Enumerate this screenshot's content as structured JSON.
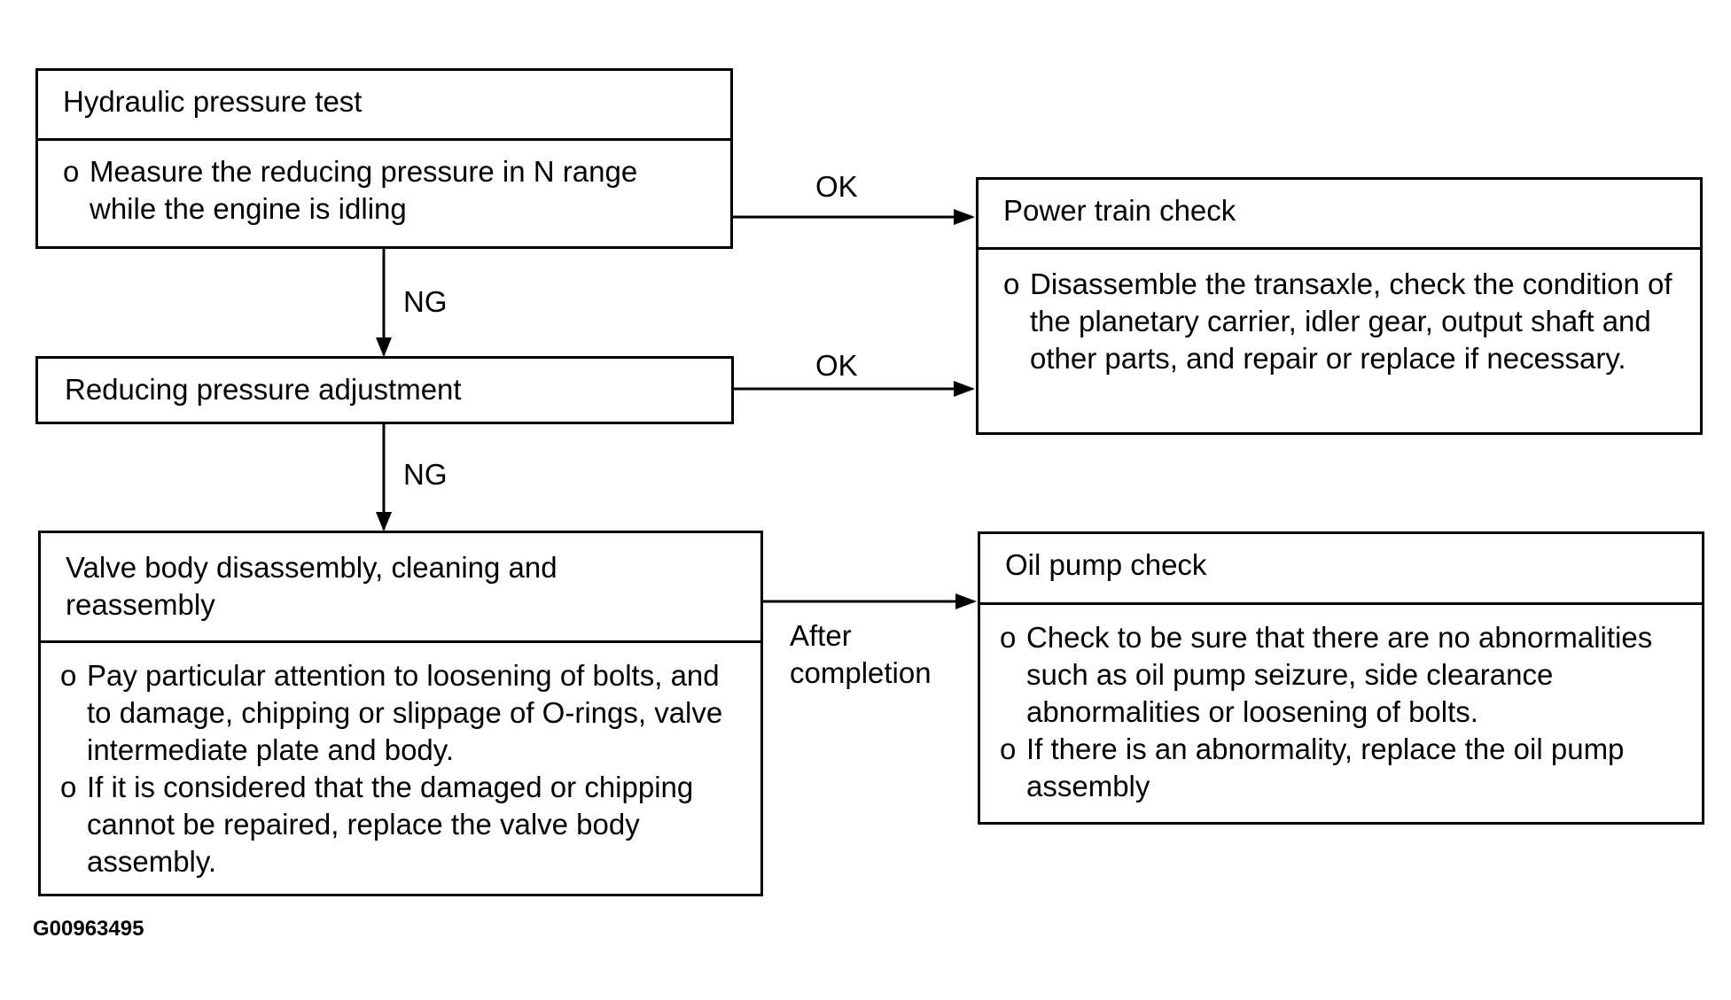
{
  "nodes": {
    "hydraulic": {
      "title": "Hydraulic pressure test",
      "items": [
        {
          "marker": "o",
          "text": "Measure the reducing pressure in N range while the engine is idling"
        }
      ]
    },
    "power_train": {
      "title": "Power train check",
      "items": [
        {
          "marker": "o",
          "text": "Disassemble the transaxle, check the condition of the planetary carrier, idler gear, output shaft and other parts, and repair or replace if necessary."
        }
      ]
    },
    "reducing": {
      "title": "Reducing pressure adjustment"
    },
    "valve_body": {
      "title": "Valve body disassembly, cleaning and reassembly",
      "items": [
        {
          "marker": "o",
          "text": "Pay particular attention to loosening of bolts, and to damage, chipping or slippage of O-rings, valve intermediate plate and body."
        },
        {
          "marker": "o",
          "text": "If it is considered that the damaged or chipping cannot be repaired, replace the valve body assembly."
        }
      ]
    },
    "oil_pump": {
      "title": "Oil pump check",
      "items": [
        {
          "marker": "o",
          "text": "Check to be sure that there are no abnormalities such as oil pump seizure, side clearance abnormalities or loosening of bolts."
        },
        {
          "marker": "o",
          "text": "If there is an abnormality, replace the oil pump assembly"
        }
      ]
    }
  },
  "edges": [
    {
      "from": "hydraulic",
      "to": "power_train",
      "label": "OK"
    },
    {
      "from": "hydraulic",
      "to": "reducing",
      "label": "NG"
    },
    {
      "from": "reducing",
      "to": "power_train",
      "label": "OK"
    },
    {
      "from": "reducing",
      "to": "valve_body",
      "label": "NG"
    },
    {
      "from": "valve_body",
      "to": "oil_pump",
      "label": "After completion"
    }
  ],
  "figure_id": "G00963495"
}
